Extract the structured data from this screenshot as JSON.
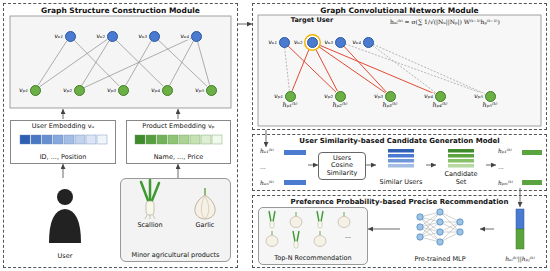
{
  "diagram": {
    "nodes": [
      {
        "text": [
          "Graph Structure Construction Module"
        ]
      },
      {
        "text": [
          "vᵤ₁"
        ],
        "in": 0
      },
      {
        "text": [
          "vᵤ₂"
        ],
        "in": 0
      },
      {
        "text": [
          "vᵤ₃"
        ],
        "in": 0
      },
      {
        "text": [
          "vᵤ₄"
        ],
        "in": 0
      },
      {
        "text": [
          "vₚ₁"
        ],
        "in": 0
      },
      {
        "text": [
          "vₚ₂"
        ],
        "in": 0
      },
      {
        "text": [
          "vₚ₃"
        ],
        "in": 0
      },
      {
        "text": [
          "vₚ₄"
        ],
        "in": 0
      },
      {
        "text": [
          "vₚ₅"
        ],
        "in": 0
      },
      {
        "text": [
          "User Embedding vᵤ",
          "ID, ..., Position"
        ],
        "in": 0
      },
      {
        "text": [
          "Product Embedding vₚ",
          "Name, ..., Price"
        ],
        "in": 0
      },
      {
        "text": [
          "User"
        ],
        "in": 0
      },
      {
        "text": [
          "Minor agricultural products"
        ],
        "in": 0
      },
      {
        "text": [
          "Graph Convolutional Network Module"
        ]
      },
      {
        "text": [
          "vᵤ₁"
        ],
        "in": 14
      },
      {
        "text": [
          "vᵤ₂"
        ],
        "in": 14
      },
      {
        "text": [
          "vᵤ₃"
        ],
        "in": 14
      },
      {
        "text": [
          "vᵤ₄"
        ],
        "in": 14
      },
      {
        "text": [
          "vₚ₁",
          "hₚ₁⁽ᵏ⁾"
        ],
        "in": 14
      },
      {
        "text": [
          "vₚ₂",
          "hₚ₂⁽ᵏ⁾"
        ],
        "in": 14
      },
      {
        "text": [
          "vₚ₃",
          "hₚ₃⁽ᵏ⁾"
        ],
        "in": 14
      },
      {
        "text": [
          "vₚ₄",
          "hₚ₄⁽ᵏ⁾"
        ],
        "in": 14
      },
      {
        "text": [
          "vₚ₅",
          "hₚ₅⁽ᵏ⁾"
        ],
        "in": 14
      },
      {
        "text": [
          "User Similarity-based Candidate Generation Model"
        ]
      },
      {
        "text": [
          "hᵤ₁⁽ᵏ⁾",
          "...",
          "hᵤₙ⁽ᵏ⁾"
        ],
        "in": 24
      },
      {
        "text": [
          "Users Cosine Similarity"
        ],
        "in": 24
      },
      {
        "text": [
          "Similar Users"
        ],
        "in": 24
      },
      {
        "text": [
          "Candidate Set"
        ],
        "in": 24
      },
      {
        "text": [
          "hₚ₁⁽ᵏ⁾",
          "...",
          "hₚₘ⁽ᵏ⁾"
        ],
        "in": 24
      },
      {
        "text": [
          "Preference Probability-based Precise Recommendation"
        ]
      },
      {
        "text": [
          "Top-N Recommendation"
        ],
        "in": 30
      },
      {
        "text": [
          "Pre-trained MLP"
        ],
        "in": 30
      },
      {
        "text": [
          "hᵤᵢ⁽ᵏ⁾||hₚⱼ⁽ᵏ⁾"
        ],
        "in": 30
      }
    ],
    "edges": [
      {
        "from": 1,
        "to": 5,
        "arrow": "none"
      },
      {
        "from": 1,
        "to": 7,
        "arrow": "none"
      },
      {
        "from": 2,
        "to": 5,
        "arrow": "none"
      },
      {
        "from": 2,
        "to": 6,
        "arrow": "none"
      },
      {
        "from": 2,
        "to": 8,
        "arrow": "none"
      },
      {
        "from": 3,
        "to": 7,
        "arrow": "none"
      },
      {
        "from": 3,
        "to": 9,
        "arrow": "none"
      },
      {
        "from": 4,
        "to": 6,
        "arrow": "none"
      },
      {
        "from": 4,
        "to": 8,
        "arrow": "none"
      },
      {
        "from": 4,
        "to": 9,
        "arrow": "none"
      },
      {
        "from": 12,
        "to": 10,
        "arrow": "to"
      },
      {
        "from": 13,
        "to": 11,
        "arrow": "to"
      },
      {
        "from": 0,
        "to": 14,
        "arrow": "to"
      },
      {
        "from": 16,
        "to": 19,
        "arrow": "none"
      },
      {
        "from": 16,
        "to": 20,
        "arrow": "none"
      },
      {
        "from": 16,
        "to": 21,
        "arrow": "none"
      },
      {
        "from": 16,
        "to": 22,
        "arrow": "none"
      },
      {
        "from": 15,
        "to": 20,
        "arrow": "none"
      },
      {
        "from": 17,
        "to": 21,
        "arrow": "none"
      },
      {
        "from": 15,
        "to": 19,
        "arrow": "none"
      },
      {
        "from": 17,
        "to": 23,
        "arrow": "none"
      },
      {
        "from": 18,
        "to": 22,
        "arrow": "none"
      },
      {
        "from": 18,
        "to": 23,
        "arrow": "none"
      },
      {
        "from": 14,
        "to": 25,
        "arrow": "to"
      },
      {
        "from": 25,
        "to": 26,
        "arrow": "to"
      },
      {
        "from": 26,
        "to": 27,
        "arrow": "to"
      },
      {
        "from": 27,
        "to": 28,
        "arrow": "to"
      },
      {
        "from": 28,
        "to": 29,
        "arrow": "to"
      },
      {
        "from": 29,
        "to": 33,
        "arrow": "to"
      },
      {
        "from": 33,
        "to": 32,
        "arrow": "to"
      },
      {
        "from": 32,
        "to": 31,
        "arrow": "to"
      }
    ],
    "labels": [
      "Scallion",
      "Garlic",
      "Target User",
      "hᵤᵢ⁽ᵏ⁾ = σ(∑ 1/√(|Nᵤ||Nₚ|) W⁽ᵏ⁻¹⁾hₚ⁽ᵏ⁻¹⁾)",
      "..."
    ]
  }
}
